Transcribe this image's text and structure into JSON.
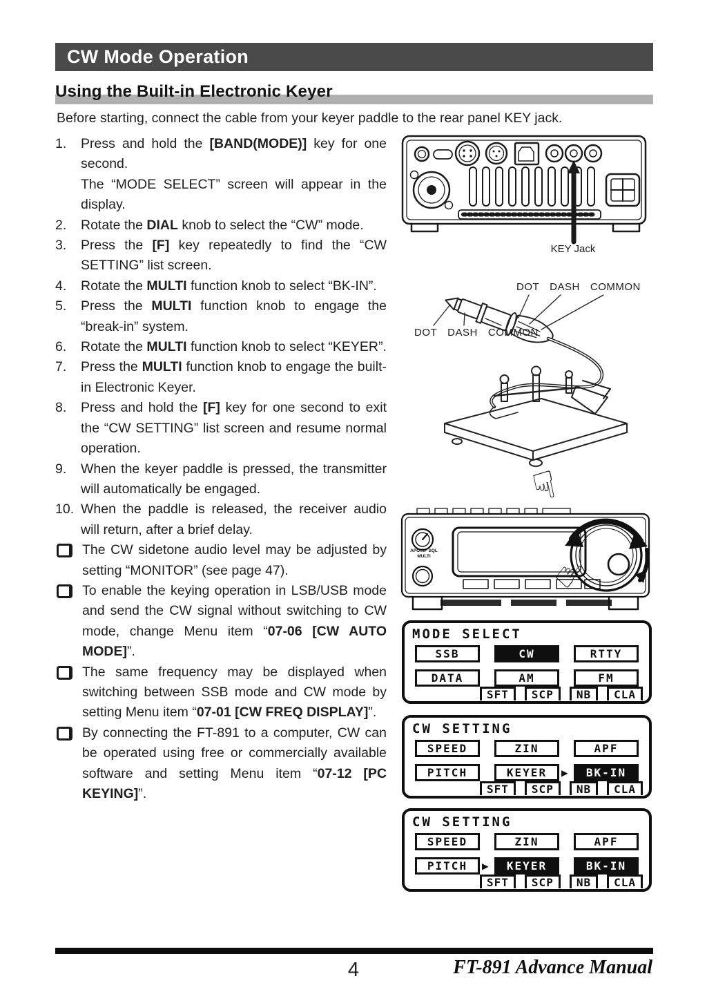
{
  "page": {
    "title": "CW Mode Operation",
    "section": "Using the Built-in Electronic Keyer",
    "intro": "Before starting, connect the cable from your keyer paddle to the rear panel KEY jack.",
    "footer": {
      "page_number": "4",
      "manual_title": "FT-891 Advance Manual"
    }
  },
  "steps": [
    {
      "num": "1.",
      "segments": [
        {
          "t": "Press and hold the "
        },
        {
          "t": "[BAND(MODE)]",
          "b": true
        },
        {
          "t": " key for one second."
        },
        {
          "br": true
        },
        {
          "t": "The “MODE SELECT” screen will appear in the display."
        }
      ]
    },
    {
      "num": "2.",
      "segments": [
        {
          "t": "Rotate the "
        },
        {
          "t": "DIAL",
          "b": true
        },
        {
          "t": " knob to select the “CW” mode."
        }
      ]
    },
    {
      "num": "3.",
      "segments": [
        {
          "t": "Press the "
        },
        {
          "t": "[F]",
          "b": true
        },
        {
          "t": " key repeatedly to find the “CW SETTING” list screen."
        }
      ]
    },
    {
      "num": "4.",
      "segments": [
        {
          "t": "Rotate the "
        },
        {
          "t": "MULTI",
          "b": true
        },
        {
          "t": " function knob to select “BK-IN”."
        }
      ]
    },
    {
      "num": "5.",
      "segments": [
        {
          "t": "Press the "
        },
        {
          "t": "MULTI",
          "b": true
        },
        {
          "t": " function knob to engage the “break-in” system."
        }
      ]
    },
    {
      "num": "6.",
      "segments": [
        {
          "t": "Rotate the "
        },
        {
          "t": "MULTI",
          "b": true
        },
        {
          "t": " function knob to select “KEYER”."
        }
      ]
    },
    {
      "num": "7.",
      "segments": [
        {
          "t": "Press the "
        },
        {
          "t": "MULTI",
          "b": true
        },
        {
          "t": " function knob to engage the built-in Electronic Keyer."
        }
      ]
    },
    {
      "num": "8.",
      "segments": [
        {
          "t": "Press and hold the "
        },
        {
          "t": "[F]",
          "b": true
        },
        {
          "t": " key for one second to exit the “CW SETTING” list screen and resume normal operation."
        }
      ]
    },
    {
      "num": "9.",
      "segments": [
        {
          "t": "When the keyer paddle is pressed, the transmitter will automatically be engaged."
        }
      ]
    },
    {
      "num": "10.",
      "segments": [
        {
          "t": "When the paddle is released, the receiver audio will return, after a brief delay."
        }
      ]
    }
  ],
  "notes": [
    {
      "segments": [
        {
          "t": "The CW sidetone audio level may be adjusted by setting “MONITOR” (see page 47)."
        }
      ]
    },
    {
      "segments": [
        {
          "t": "To enable the keying operation in LSB/USB mode and send the CW signal without switching to CW mode, change Menu item “"
        },
        {
          "t": "07-06 [CW AUTO MODE]",
          "b": true
        },
        {
          "t": "”."
        }
      ]
    },
    {
      "segments": [
        {
          "t": "The same frequency may be displayed when switching between SSB mode and CW mode by setting Menu item “"
        },
        {
          "t": "07-01 [CW FREQ DISPLAY]",
          "b": true
        },
        {
          "t": "”."
        }
      ]
    },
    {
      "segments": [
        {
          "t": "By connecting the FT-891 to a computer, CW can be operated using free or commercially available software and setting Menu item “"
        },
        {
          "t": "07-12 [PC KEYING]",
          "b": true
        },
        {
          "t": "”."
        }
      ]
    }
  ],
  "figures": {
    "rear_panel": {
      "key_jack_label": "KEY Jack"
    },
    "paddle": {
      "plug_labels": [
        "DOT",
        "DASH",
        "COMMON"
      ]
    },
    "front_panel": {
      "knob_caption_line1": "APO/RF SQL",
      "knob_caption_line2": "MULTI",
      "pointing_hand": "☟",
      "dial_hand": "☝"
    }
  },
  "screens": [
    {
      "title": "MODE SELECT",
      "rows": [
        [
          {
            "label": "SSB"
          },
          {
            "label": "CW",
            "inverted": true
          },
          {
            "label": "RTTY"
          }
        ],
        [
          {
            "label": "DATA"
          },
          {
            "label": "AM"
          },
          {
            "label": "FM"
          }
        ]
      ],
      "tabs": [
        "SFT",
        "SCP",
        "NB",
        "CLA"
      ]
    },
    {
      "title": "CW SETTING",
      "rows": [
        [
          {
            "label": "SPEED"
          },
          {
            "label": "ZIN"
          },
          {
            "label": "APF"
          }
        ],
        [
          {
            "label": "PITCH"
          },
          {
            "label": "KEYER"
          },
          {
            "label": "BK-IN",
            "inverted": true,
            "arrow": true
          }
        ]
      ],
      "tabs": [
        "SFT",
        "SCP",
        "NB",
        "CLA"
      ]
    },
    {
      "title": "CW SETTING",
      "rows": [
        [
          {
            "label": "SPEED"
          },
          {
            "label": "ZIN"
          },
          {
            "label": "APF"
          }
        ],
        [
          {
            "label": "PITCH"
          },
          {
            "label": "KEYER",
            "inverted": true,
            "arrow": true
          },
          {
            "label": "BK-IN",
            "inverted": true
          }
        ]
      ],
      "tabs": [
        "SFT",
        "SCP",
        "NB",
        "CLA"
      ]
    }
  ],
  "colors": {
    "chapter_bar": "#4a4a4a",
    "section_bar": "#b0b0b0",
    "lcd_ink": "#0f0f0f"
  }
}
